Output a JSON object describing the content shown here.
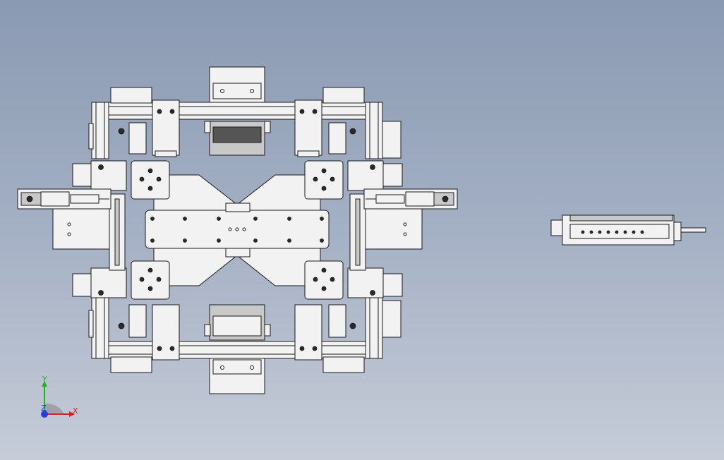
{
  "viewport": {
    "background_top": "#8a9ab2",
    "background_bottom": "#c6ccd8"
  },
  "colors": {
    "part_fill": "#f2f2f2",
    "part_edge": "#1a1a1a",
    "shade_fill": "#c8c8c8",
    "dark_fill": "#555555",
    "x_axis": "#e02020",
    "y_axis": "#20b020",
    "z_axis": "#2040e0"
  },
  "triad": {
    "x_label": "X",
    "y_label": "Y",
    "z_label": "Z",
    "icon": "coordinate-triad-icon"
  }
}
